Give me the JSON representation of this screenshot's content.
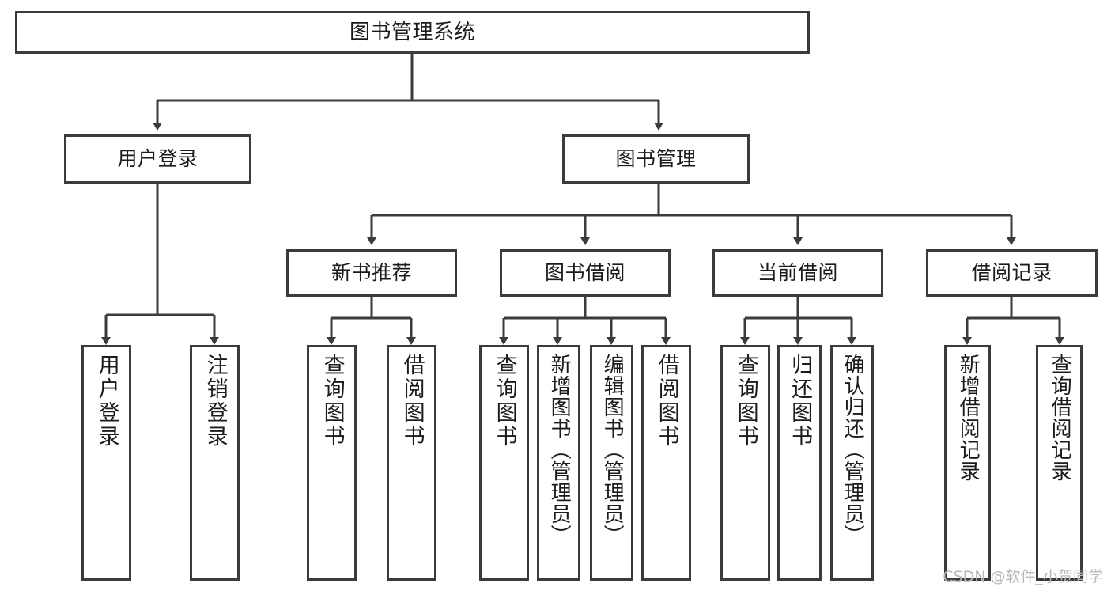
{
  "diagram": {
    "title": "图书管理系统",
    "type": "tree",
    "watermark": "CSDN @软件_小贺同学",
    "colors": {
      "stroke": "#3b3b3b",
      "fill": "#ffffff",
      "text": "#1b1b1b",
      "watermark": "#b9b9b9"
    },
    "levels": {
      "root": {
        "label": "图书管理系统"
      },
      "level2": [
        {
          "id": "user-login",
          "label": "用户登录"
        },
        {
          "id": "book-management",
          "label": "图书管理"
        }
      ],
      "level3": [
        {
          "id": "new-book-recommend",
          "label": "新书推荐",
          "parent": "book-management"
        },
        {
          "id": "book-borrow",
          "label": "图书借阅",
          "parent": "book-management"
        },
        {
          "id": "current-borrow",
          "label": "当前借阅",
          "parent": "book-management"
        },
        {
          "id": "borrow-record",
          "label": "借阅记录",
          "parent": "book-management"
        }
      ],
      "leaves": [
        {
          "id": "leaf-user-login",
          "label": "用户登录",
          "parent": "user-login"
        },
        {
          "id": "leaf-logout",
          "label": "注销登录",
          "parent": "user-login"
        },
        {
          "id": "leaf-query-book-1",
          "label": "查询图书",
          "parent": "new-book-recommend"
        },
        {
          "id": "leaf-borrow-book-1",
          "label": "借阅图书",
          "parent": "new-book-recommend"
        },
        {
          "id": "leaf-query-book-2",
          "label": "查询图书",
          "parent": "book-borrow"
        },
        {
          "id": "leaf-add-book",
          "label": "新增图书（管理员）",
          "parent": "book-borrow"
        },
        {
          "id": "leaf-edit-book",
          "label": "编辑图书（管理员）",
          "parent": "book-borrow"
        },
        {
          "id": "leaf-borrow-book-2",
          "label": "借阅图书",
          "parent": "book-borrow"
        },
        {
          "id": "leaf-query-book-3",
          "label": "查询图书",
          "parent": "current-borrow"
        },
        {
          "id": "leaf-return-book",
          "label": "归还图书",
          "parent": "current-borrow"
        },
        {
          "id": "leaf-confirm-return",
          "label": "确认归还（管理员）",
          "parent": "current-borrow"
        },
        {
          "id": "leaf-add-record",
          "label": "新增借阅记录",
          "parent": "borrow-record"
        },
        {
          "id": "leaf-query-record",
          "label": "查询借阅记录",
          "parent": "borrow-record"
        }
      ]
    }
  }
}
